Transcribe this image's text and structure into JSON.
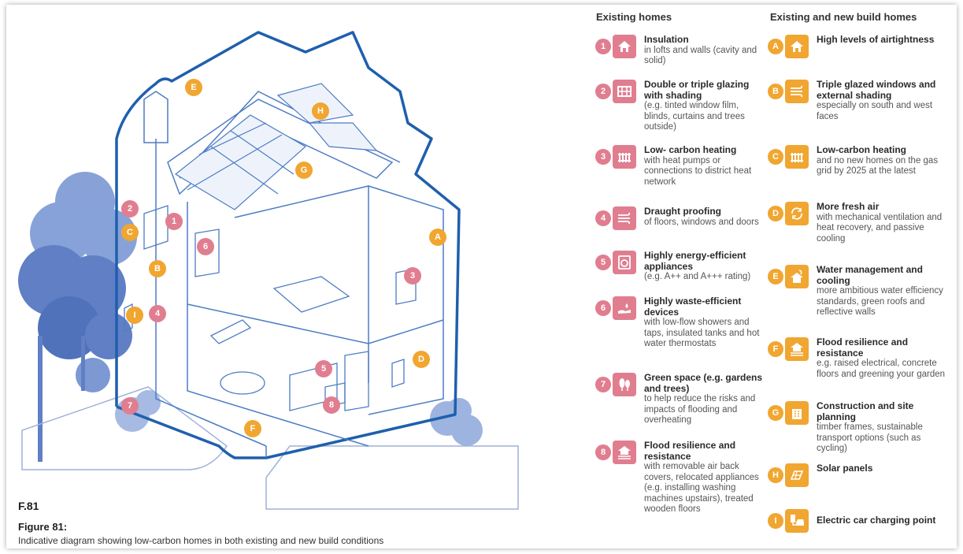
{
  "figure": {
    "code": "F.81",
    "title": "Figure 81:",
    "caption": "Indicative diagram showing low-carbon homes in both existing and new build conditions"
  },
  "colors": {
    "pink": "#e07e90",
    "orange": "#f0a630",
    "house_line": "#1f5fae",
    "tree": "#6f8fcf"
  },
  "existing": {
    "heading": "Existing homes",
    "items": [
      {
        "id": "1",
        "icon": "house-icon",
        "title": "Insulation",
        "desc": "in lofts and walls (cavity and solid)"
      },
      {
        "id": "2",
        "icon": "window-grid-icon",
        "title": "Double or triple glazing with shading",
        "desc": "(e.g. tinted window film, blinds, curtains and trees outside)"
      },
      {
        "id": "3",
        "icon": "radiator-icon",
        "title": "Low- carbon heating",
        "desc": "with heat pumps or connections to district heat network"
      },
      {
        "id": "4",
        "icon": "draught-icon",
        "title": "Draught proofing",
        "desc": "of floors, windows and doors"
      },
      {
        "id": "5",
        "icon": "appliance-icon",
        "title": "Highly energy-efficient appliances",
        "desc": "(e.g. A++ and A+++ rating)"
      },
      {
        "id": "6",
        "icon": "water-drop-hand-icon",
        "title": "Highly waste-efficient devices",
        "desc": "with low-flow showers and taps, insulated tanks and hot water thermostats"
      },
      {
        "id": "7",
        "icon": "trees-icon",
        "title": "Green space (e.g. gardens and trees)",
        "desc": "to help reduce the risks and impacts of flooding and overheating"
      },
      {
        "id": "8",
        "icon": "flood-house-icon",
        "title": "Flood resilience and resistance",
        "desc": "with removable air back covers, relocated appliances (e.g. installing washing machines upstairs), treated wooden floors"
      }
    ]
  },
  "newbuild": {
    "heading": "Existing and new build homes",
    "items": [
      {
        "id": "A",
        "icon": "house-icon",
        "title": "High levels of airtightness",
        "desc": ""
      },
      {
        "id": "B",
        "icon": "shading-icon",
        "title": "Triple glazed windows and external shading",
        "desc": "especially on south and west faces"
      },
      {
        "id": "C",
        "icon": "radiator-icon",
        "title": "Low-carbon heating",
        "desc": "and no new homes on the gas grid by 2025 at the latest"
      },
      {
        "id": "D",
        "icon": "fresh-air-cycle-icon",
        "title": "More fresh air",
        "desc": "with mechanical ventilation and heat recovery, and passive cooling"
      },
      {
        "id": "E",
        "icon": "green-roof-icon",
        "title": "Water management and cooling",
        "desc": "more ambitious water efficiency standards, green roofs and reflective walls"
      },
      {
        "id": "F",
        "icon": "flood-house-icon",
        "title": "Flood resilience and resistance",
        "desc": "e.g. raised electrical, concrete floors and greening your garden"
      },
      {
        "id": "G",
        "icon": "building-icon",
        "title": "Construction and site planning",
        "desc": "timber frames, sustainable transport options (such as cycling)"
      },
      {
        "id": "H",
        "icon": "solar-panel-icon",
        "title": "Solar panels",
        "desc": ""
      },
      {
        "id": "I",
        "icon": "ev-charger-icon",
        "title": "Electric car charging point",
        "desc": ""
      }
    ]
  },
  "markers": {
    "E": "E",
    "H": "H",
    "G": "G",
    "n2": "2",
    "C": "C",
    "n1": "1",
    "n6": "6",
    "B": "B",
    "A": "A",
    "n3": "3",
    "I": "I",
    "n4": "4",
    "n5": "5",
    "D": "D",
    "n8": "8",
    "n7": "7",
    "F": "F"
  }
}
